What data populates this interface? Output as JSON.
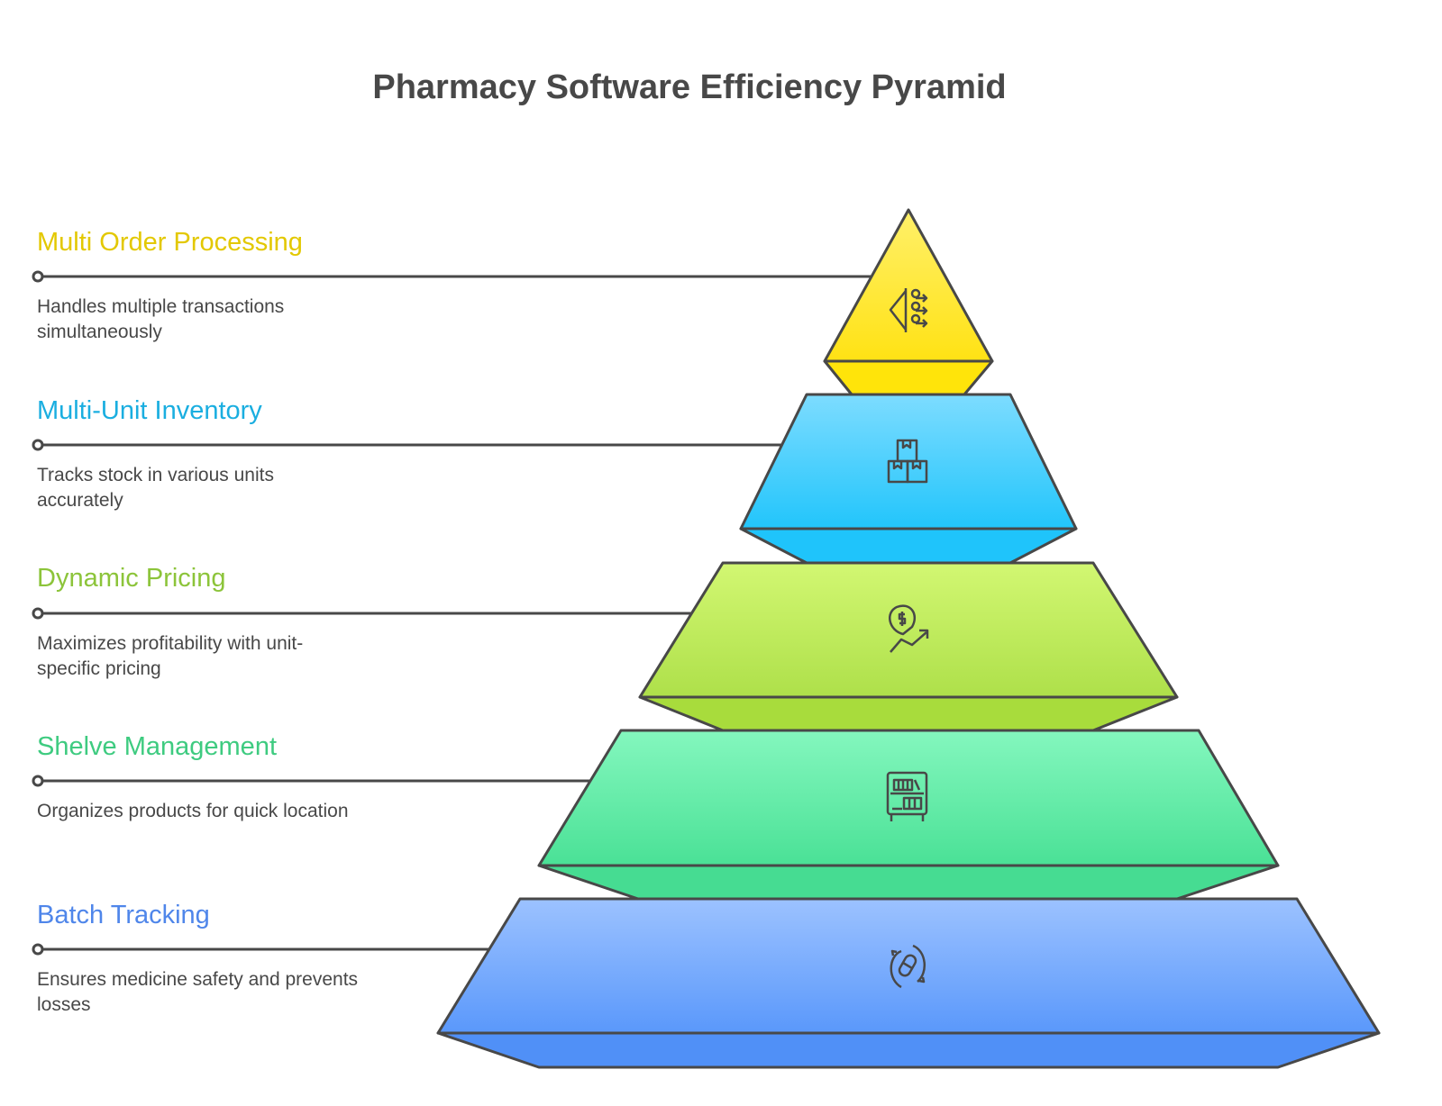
{
  "title": "Pharmacy Software Efficiency Pyramid",
  "levels": [
    {
      "title": "Multi Order Processing",
      "description": "Handles multiple transactions simultaneously",
      "color": "#e3c800",
      "icon": "multi-order-arrows-icon"
    },
    {
      "title": "Multi-Unit Inventory",
      "description": "Tracks stock in various units accurately",
      "color": "#1aaee0",
      "icon": "stacked-boxes-icon"
    },
    {
      "title": "Dynamic Pricing",
      "description": "Maximizes profitability with unit-specific pricing",
      "color": "#8cc43a",
      "icon": "dollar-trend-icon"
    },
    {
      "title": "Shelve Management",
      "description": "Organizes products for quick location",
      "color": "#3ecb80",
      "icon": "shelf-icon"
    },
    {
      "title": "Batch Tracking",
      "description": "Ensures medicine safety and prevents losses",
      "color": "#4f86ea",
      "icon": "pill-cycle-icon"
    }
  ]
}
